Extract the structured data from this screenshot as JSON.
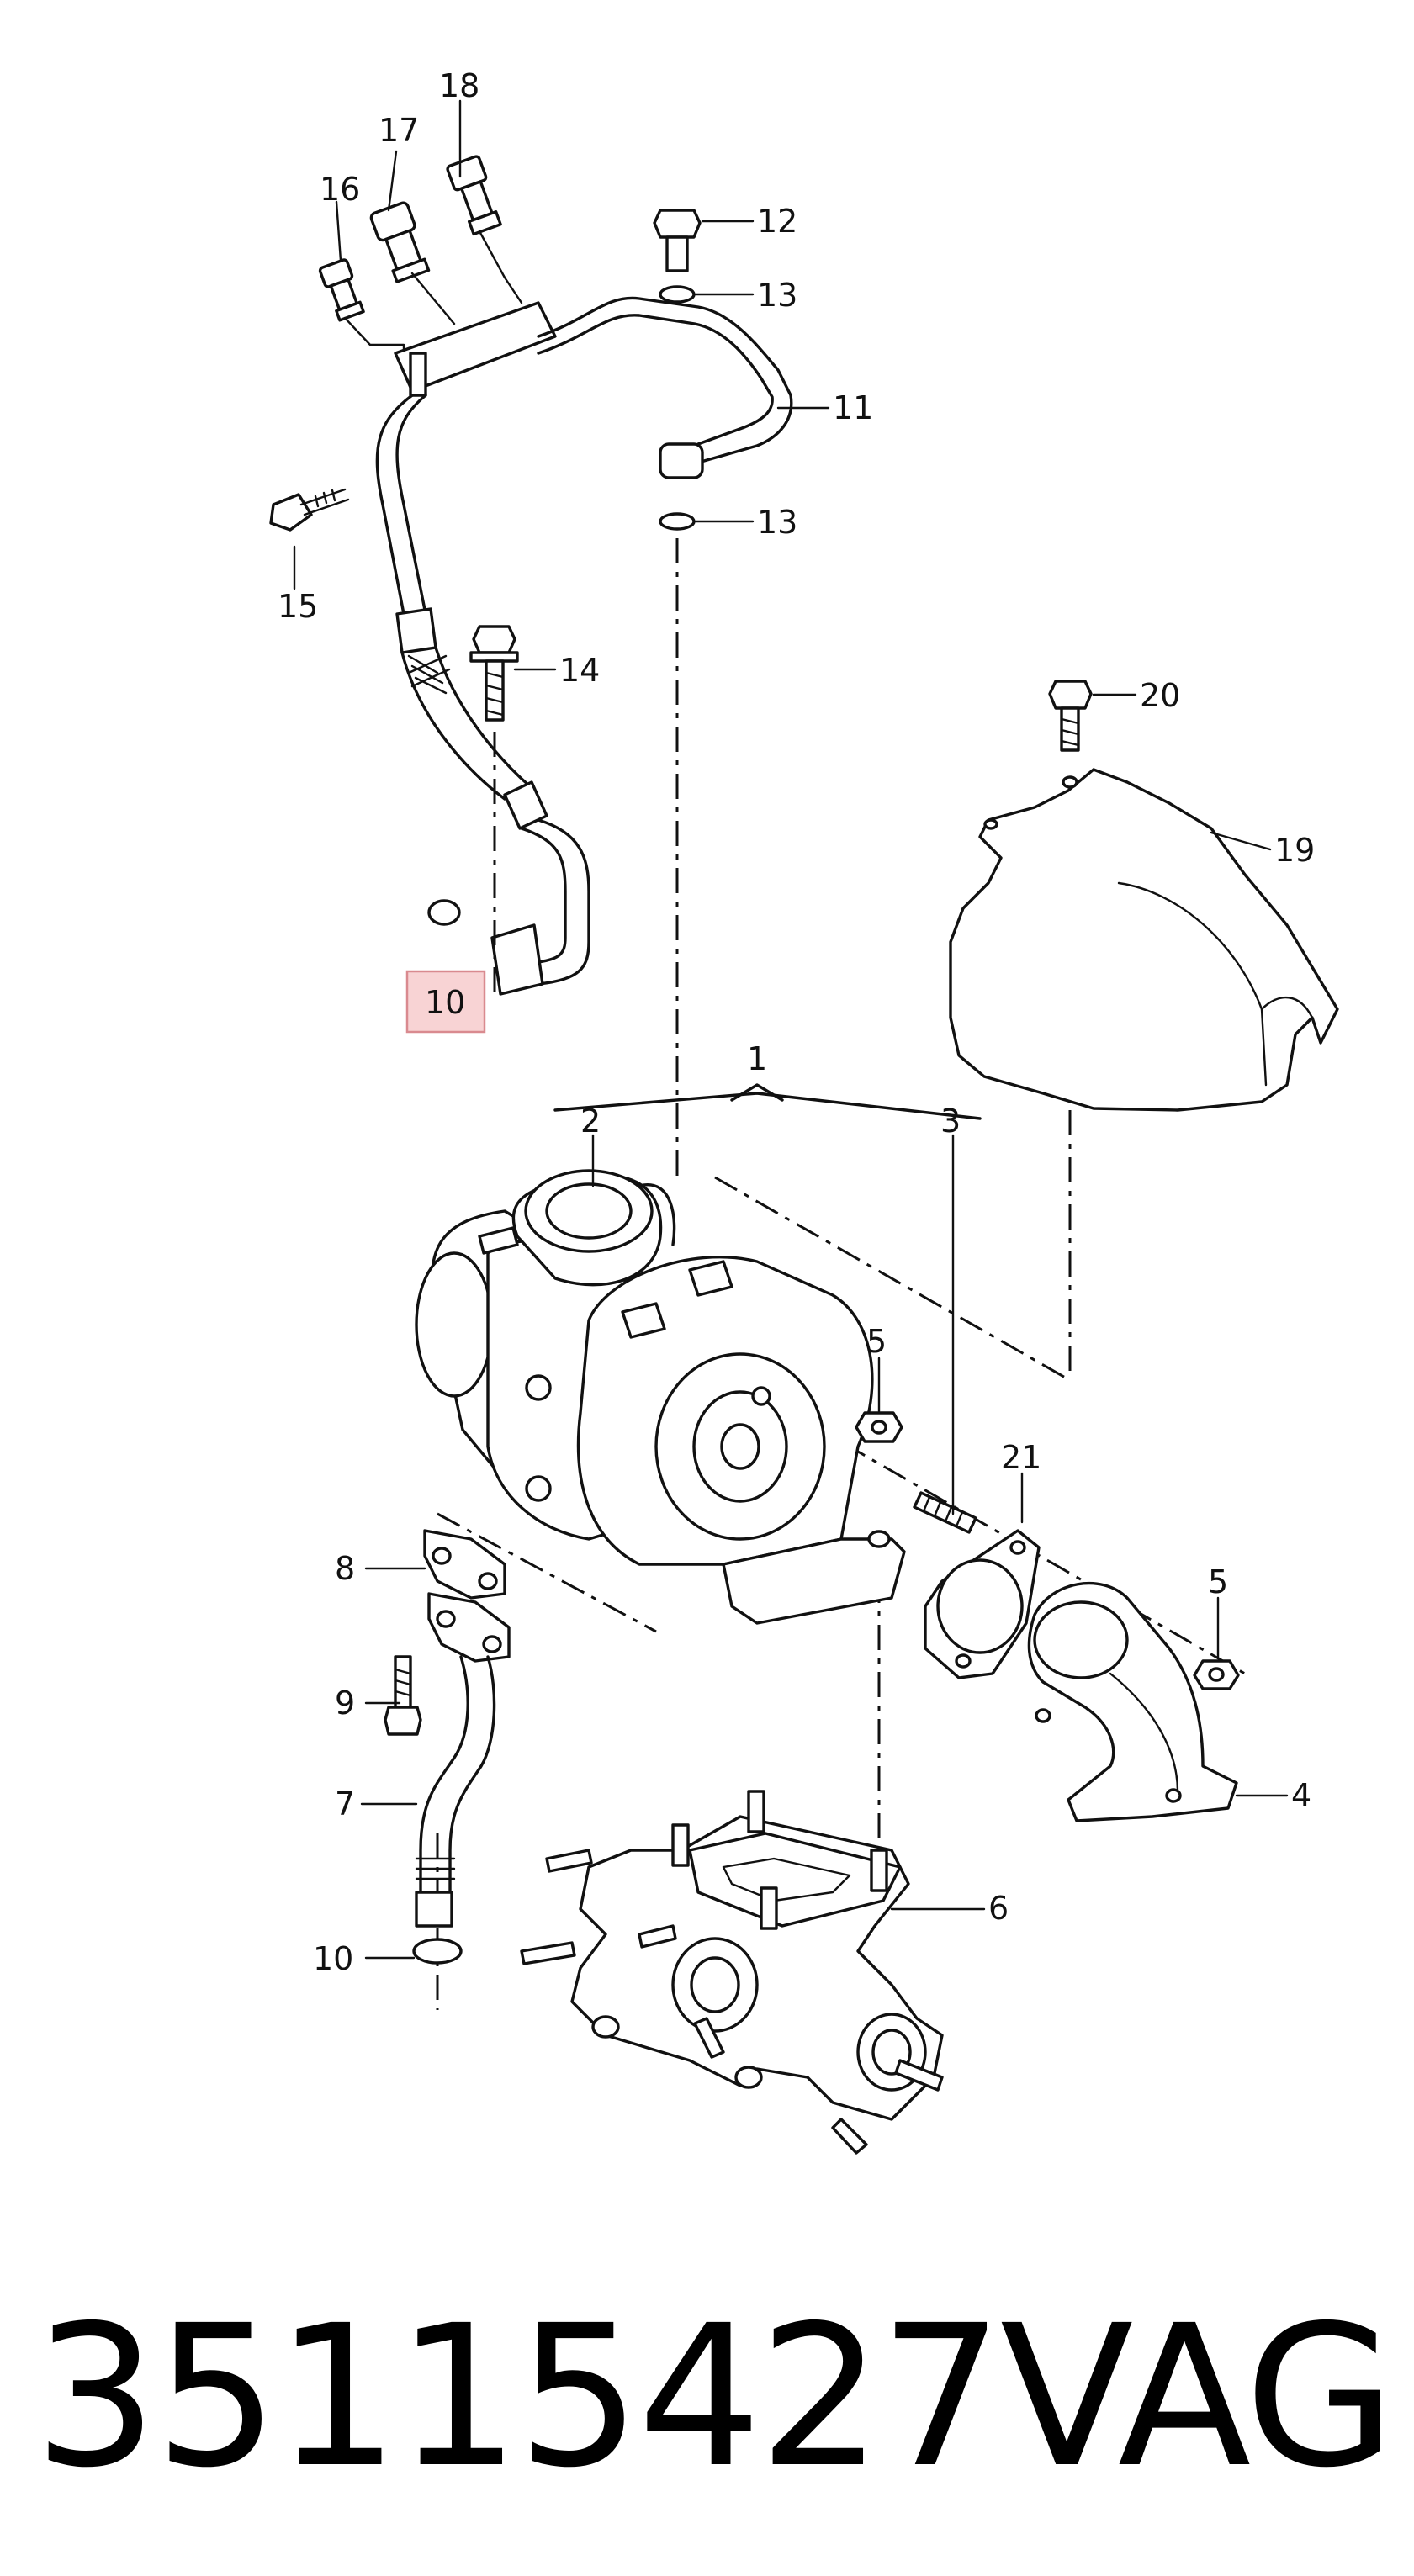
{
  "callouts": {
    "c1": "1",
    "c2": "2",
    "c3": "3",
    "c4": "4",
    "c5a": "5",
    "c5b": "5",
    "c6": "6",
    "c7": "7",
    "c8": "8",
    "c9": "9",
    "c10a": "10",
    "c10b": "10",
    "c11": "11",
    "c12": "12",
    "c13a": "13",
    "c13b": "13",
    "c14": "14",
    "c15": "15",
    "c16": "16",
    "c17": "17",
    "c18": "18",
    "c19": "19",
    "c20": "20",
    "c21": "21"
  },
  "highlight": {
    "label": "10",
    "color": "#f8d3d4",
    "border": "#d98a8f"
  },
  "footer": {
    "part_number": "35115427",
    "brand": "VAG"
  }
}
